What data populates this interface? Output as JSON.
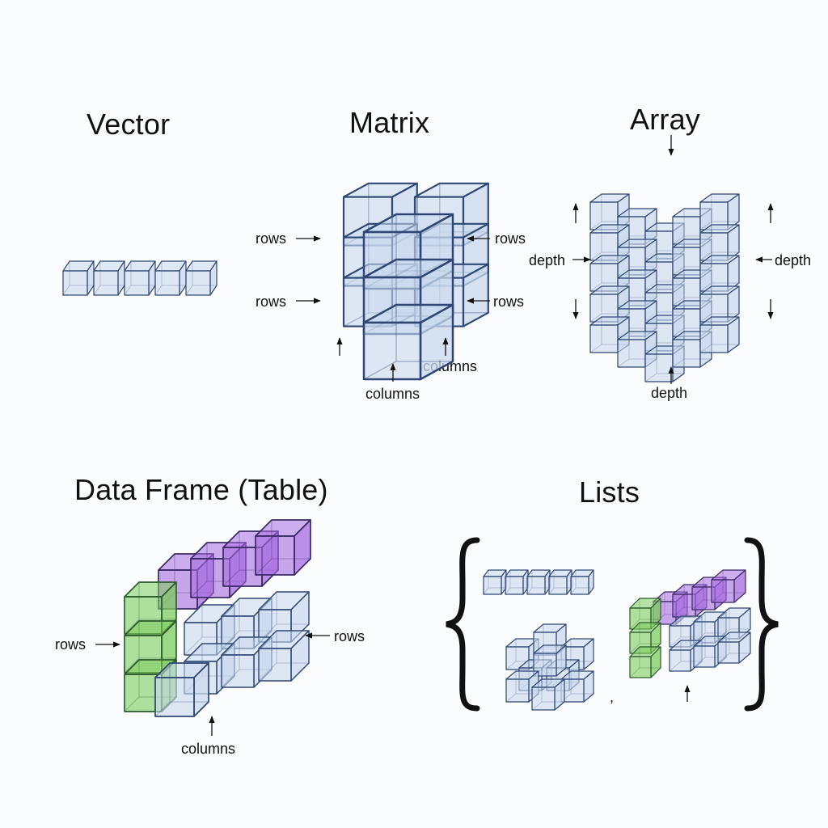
{
  "titles": {
    "vector": "Vector",
    "matrix": "Matrix",
    "array": "Array",
    "data_frame": "Data Frame (Table)",
    "lists": "Lists"
  },
  "labels": {
    "rows": "rows",
    "columns": "columns",
    "depth": "depth",
    "comma": ","
  },
  "colors": {
    "cube_blue": "#c9d9ee",
    "cube_edge": "#2f4774",
    "cube_purple": "#a56be0",
    "cube_green": "#7ccc5c",
    "background": "#fbfcfd"
  },
  "panels": {
    "vector_cells": 5,
    "matrix_grid": "3x3x2",
    "array_grid": "4x4x4",
    "data_frame": {
      "row_header_color": "green",
      "column_header_color": "purple"
    },
    "list_elements": [
      "vector",
      "array",
      "data frame"
    ]
  }
}
